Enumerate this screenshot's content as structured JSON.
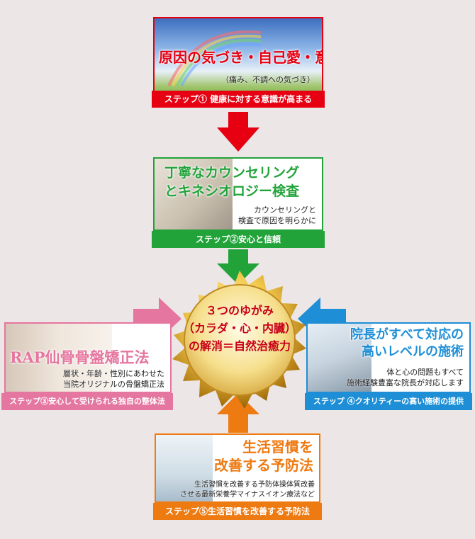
{
  "step1": {
    "title": "原因の気づき・自己愛・意識",
    "sub": "（痛み、不調への気づき）",
    "band": "ステップ① 健康に対する意識が高まる",
    "color": "#e60012"
  },
  "step2": {
    "title_line1": "丁寧なカウンセリング",
    "title_line2": "とキネシオロジー検査",
    "sub_line1": "カウンセリングと",
    "sub_line2": "検査で原因を明らかに",
    "band": "ステップ②安心と信頼",
    "color": "#22a33a"
  },
  "step3": {
    "title": "RAP仙骨骨盤矯正法",
    "sub_line1": "層状・年齢・性別にあわせた",
    "sub_line2": "当院オリジナルの骨盤矯正法",
    "band": "ステップ③安心して受けられる独自の整体法",
    "color": "#e5769f"
  },
  "step4": {
    "title_line1": "院長がすべて対応の",
    "title_line2": "高いレベルの施術",
    "sub_line1": "体と心の問題もすべて",
    "sub_line2": "施術経験豊富な院長が対応します",
    "band": "ステップ ④クオリティーの高い施術の提供",
    "color": "#1e8fd6"
  },
  "step5": {
    "title_line1": "生活習慣を",
    "title_line2": "改善する予防法",
    "sub_line1": "生活習慣を改善する予防体操体質改善",
    "sub_line2": "させる最新栄養学マイナスイオン療法など",
    "band": "ステップ⑤生活習慣を改善する予防法",
    "color": "#ee7a12"
  },
  "center": {
    "line1": "３つのゆがみ",
    "line2": "（カラダ・心・内臓）",
    "line3": "の解消＝自然治癒力"
  }
}
